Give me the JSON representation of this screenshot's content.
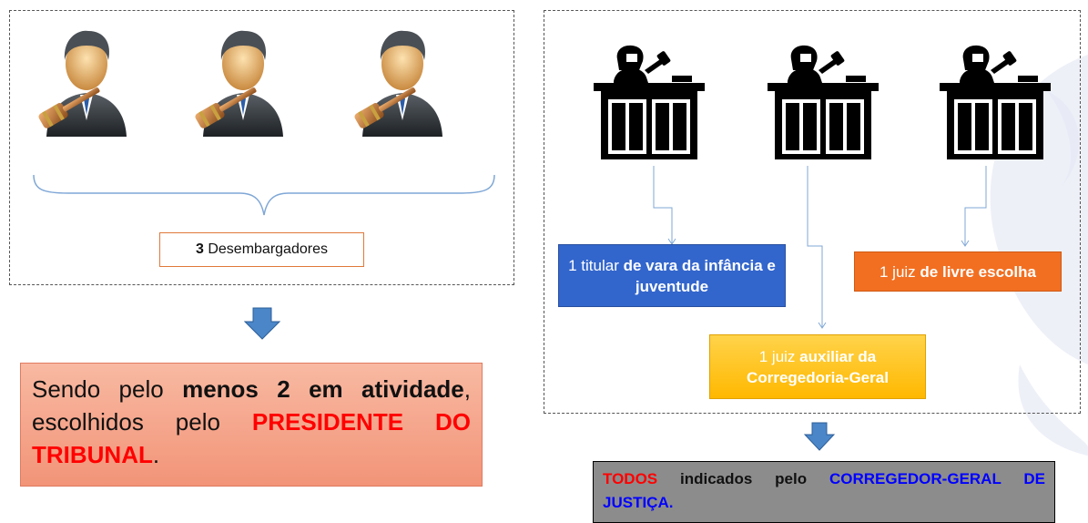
{
  "left": {
    "judges_icon": "judge-with-gavel-icon",
    "count_label": {
      "number": "3",
      "text": " Desembargadores"
    },
    "statement": {
      "part1": "Sendo pelo ",
      "part2_bold": "menos 2 em atividade",
      "part3": ", escolhidos pelo ",
      "part4_red": "PRESIDENTE DO TRIBUNAL",
      "part5": "."
    }
  },
  "right": {
    "bench_icon": "judge-at-bench-icon",
    "box_infancia": {
      "prefix": "1 titular ",
      "bold": "de vara da infância e juventude"
    },
    "box_livre": {
      "prefix": "1 juiz ",
      "bold": "de livre escolha"
    },
    "box_auxiliar": {
      "prefix": "1 juiz ",
      "bold": "auxiliar da Corregedoria-Geral"
    },
    "footer": {
      "red": "TODOS",
      "middle": " indicados pelo ",
      "blue": "CORREGEDOR-GERAL DE JUSTIÇA."
    }
  },
  "colors": {
    "blue_box": "#3366cc",
    "orange_box": "#f26f21",
    "yellow_box": "#ffc000",
    "salmon_box": "#f4a58a",
    "red_text": "#ff0000",
    "blue_text": "#0000ff",
    "gray_box": "#8c8c8c",
    "arrow_blue": "#4a86c8"
  }
}
